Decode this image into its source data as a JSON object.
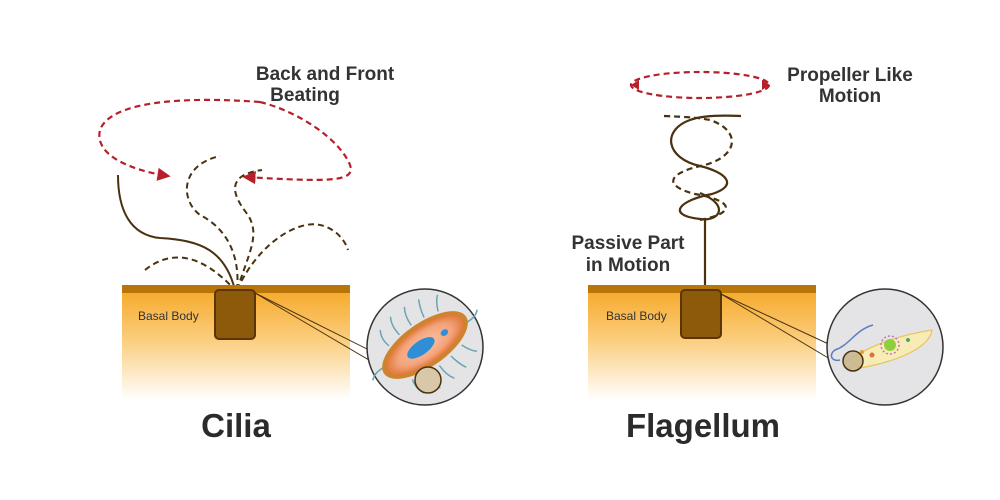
{
  "colors": {
    "cilium": "#4a3210",
    "motion_arrow": "#b5202a",
    "tissue_top": "#b8750a",
    "tissue_grad_top": "#f5a623",
    "basal_body": "#8c5a0a",
    "inset_bg": "#e4e4e6"
  },
  "cilia": {
    "title": "Cilia",
    "motion_label_line1": "Back and Front",
    "motion_label_line2": "Beating",
    "basal_body_label": "Basal Body",
    "inset_icon": "ciliated-bacterium-icon"
  },
  "flagellum": {
    "title": "Flagellum",
    "motion_label_line1": "Propeller Like",
    "motion_label_line2": "Motion",
    "passive_label_line1": "Passive Part",
    "passive_label_line2": "in Motion",
    "basal_body_label": "Basal Body",
    "inset_icon": "flagellated-protozoan-icon"
  }
}
